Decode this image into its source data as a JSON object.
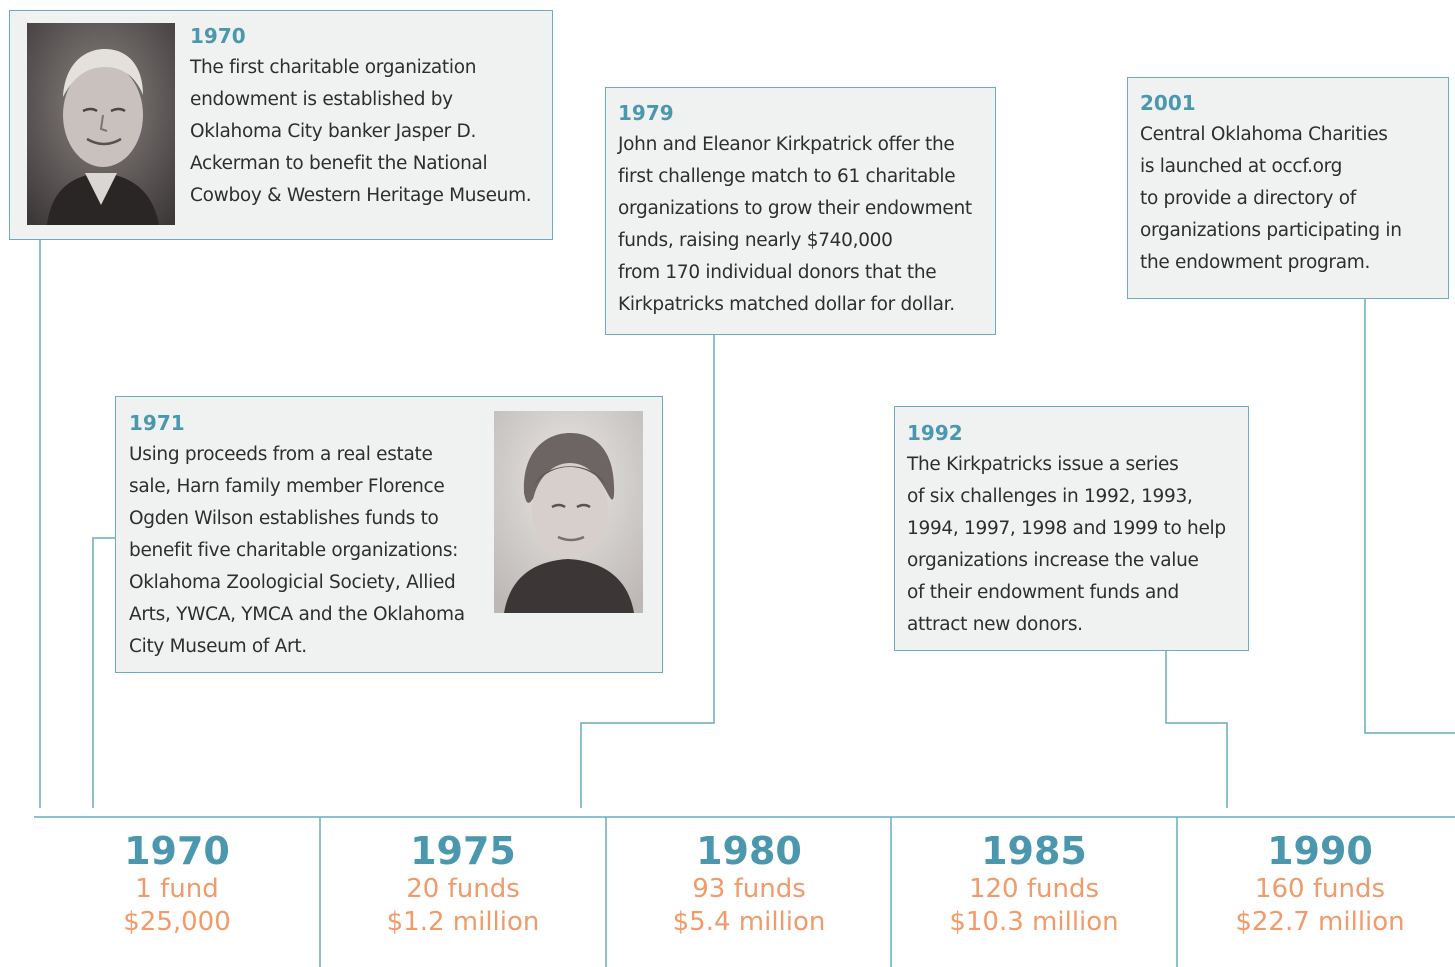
{
  "events": [
    {
      "year": "1970",
      "text": "The first charitable organization\nendowment is established by\nOklahoma City banker Jasper D.\nAckerman to benefit the National\nCowboy & Western Heritage Museum.",
      "photo": "portrait of Jasper D. Ackerman"
    },
    {
      "year": "1971",
      "text": "Using proceeds from a real estate\nsale, Harn family member Florence\nOgden Wilson establishes funds to\nbenefit five charitable organizations:\nOklahoma Zoologicial Society, Allied\nArts, YWCA, YMCA and the Oklahoma\nCity Museum of Art.",
      "photo": "portrait of Florence Ogden Wilson"
    },
    {
      "year": "1979",
      "text": "John and Eleanor Kirkpatrick offer the\nfirst challenge match to 61 charitable\norganizations to grow their endowment\nfunds, raising nearly $740,000\nfrom 170 individual donors that the\nKirkpatricks matched dollar for dollar."
    },
    {
      "year": "1992",
      "text": "The Kirkpatricks issue a series\nof six challenges in 1992, 1993,\n1994, 1997, 1998 and 1999 to help\norganizations increase the value\nof their endowment funds and\nattract new donors."
    },
    {
      "year": "2001",
      "text": "Central Oklahoma Charities\nis launched at occf.org\nto provide a directory of\norganizations participating in\nthe endowment program."
    }
  ],
  "axis": [
    {
      "year": "1970",
      "funds": "1 fund",
      "amount": "$25,000"
    },
    {
      "year": "1975",
      "funds": "20 funds",
      "amount": "$1.2 million"
    },
    {
      "year": "1980",
      "funds": "93 funds",
      "amount": "$5.4 million"
    },
    {
      "year": "1985",
      "funds": "120 funds",
      "amount": "$10.3 million"
    },
    {
      "year": "1990",
      "funds": "160 funds",
      "amount": "$22.7 million"
    }
  ],
  "colors": {
    "accent": "#4a97ae",
    "figure": "#f19a6a",
    "box_bg": "#f0f1f1",
    "line": "#6aabbd"
  }
}
